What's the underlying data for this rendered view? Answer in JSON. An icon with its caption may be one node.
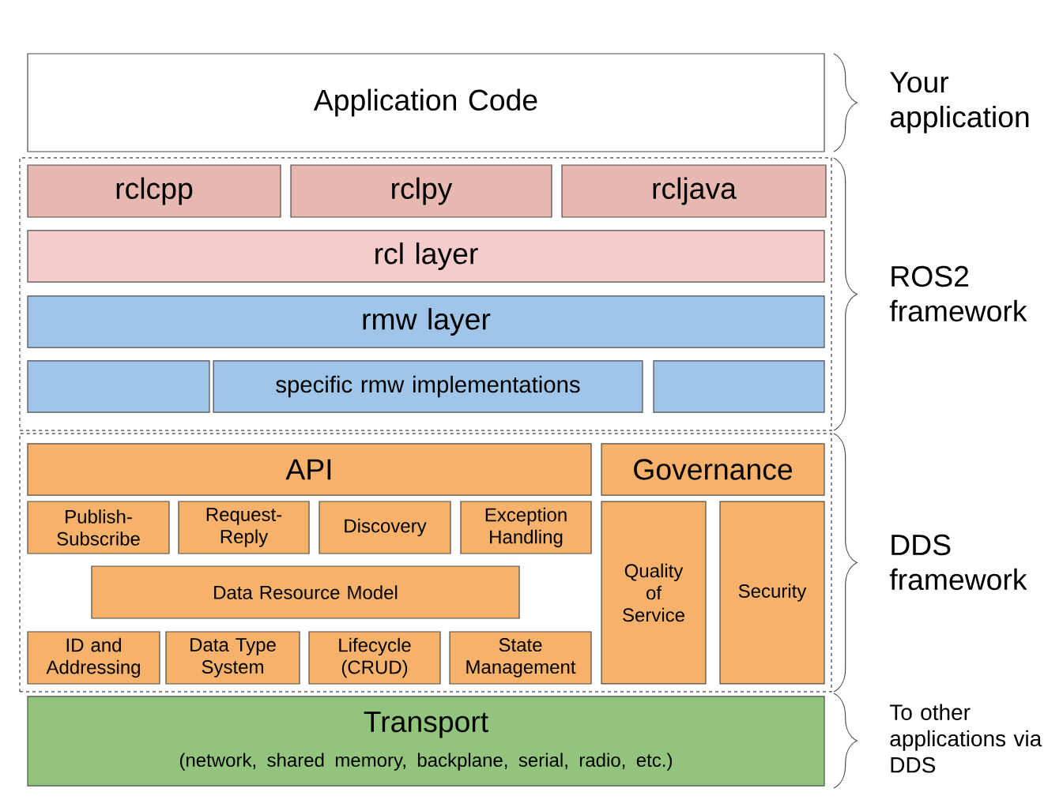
{
  "diagram": {
    "nodes": [
      {
        "text": [
          "Application Code"
        ],
        "beside": [
          "Your application"
        ]
      },
      {
        "text": [],
        "shape": "box",
        "beside": [
          "ROS2 framework"
        ]
      },
      {
        "text": [
          "rclcpp"
        ],
        "in": 1
      },
      {
        "text": [
          "rclpy"
        ],
        "in": 1
      },
      {
        "text": [
          "rcljava"
        ],
        "in": 1
      },
      {
        "text": [
          "rcl layer"
        ],
        "in": 1
      },
      {
        "text": [
          "rmw layer"
        ],
        "in": 1
      },
      {
        "text": [],
        "shape": "box",
        "in": 1
      },
      {
        "text": [
          "specific rmw implementations"
        ],
        "in": 1
      },
      {
        "text": [],
        "shape": "box",
        "in": 1
      },
      {
        "text": [],
        "shape": "box",
        "beside": [
          "DDS framework"
        ]
      },
      {
        "text": [
          "API"
        ],
        "in": 10
      },
      {
        "text": [
          "Governance"
        ],
        "in": 10
      },
      {
        "text": [
          "Publish-Subscribe"
        ],
        "in": 10
      },
      {
        "text": [
          "Request-Reply"
        ],
        "in": 10
      },
      {
        "text": [
          "Discovery"
        ],
        "in": 10
      },
      {
        "text": [
          "Exception Handling"
        ],
        "in": 10
      },
      {
        "text": [
          "Quality of Service"
        ],
        "in": 10
      },
      {
        "text": [
          "Security"
        ],
        "in": 10
      },
      {
        "text": [
          "Data Resource Model"
        ],
        "in": 10
      },
      {
        "text": [
          "ID and Addressing"
        ],
        "in": 10
      },
      {
        "text": [
          "Data Type System"
        ],
        "in": 10
      },
      {
        "text": [
          "Lifecycle (CRUD)"
        ],
        "in": 10
      },
      {
        "text": [
          "State Management"
        ],
        "in": 10
      },
      {
        "text": [
          "Transport",
          "(network, shared memory, backplane, serial, radio, etc.)"
        ],
        "beside": [
          "To other applications via DDS"
        ]
      }
    ]
  }
}
